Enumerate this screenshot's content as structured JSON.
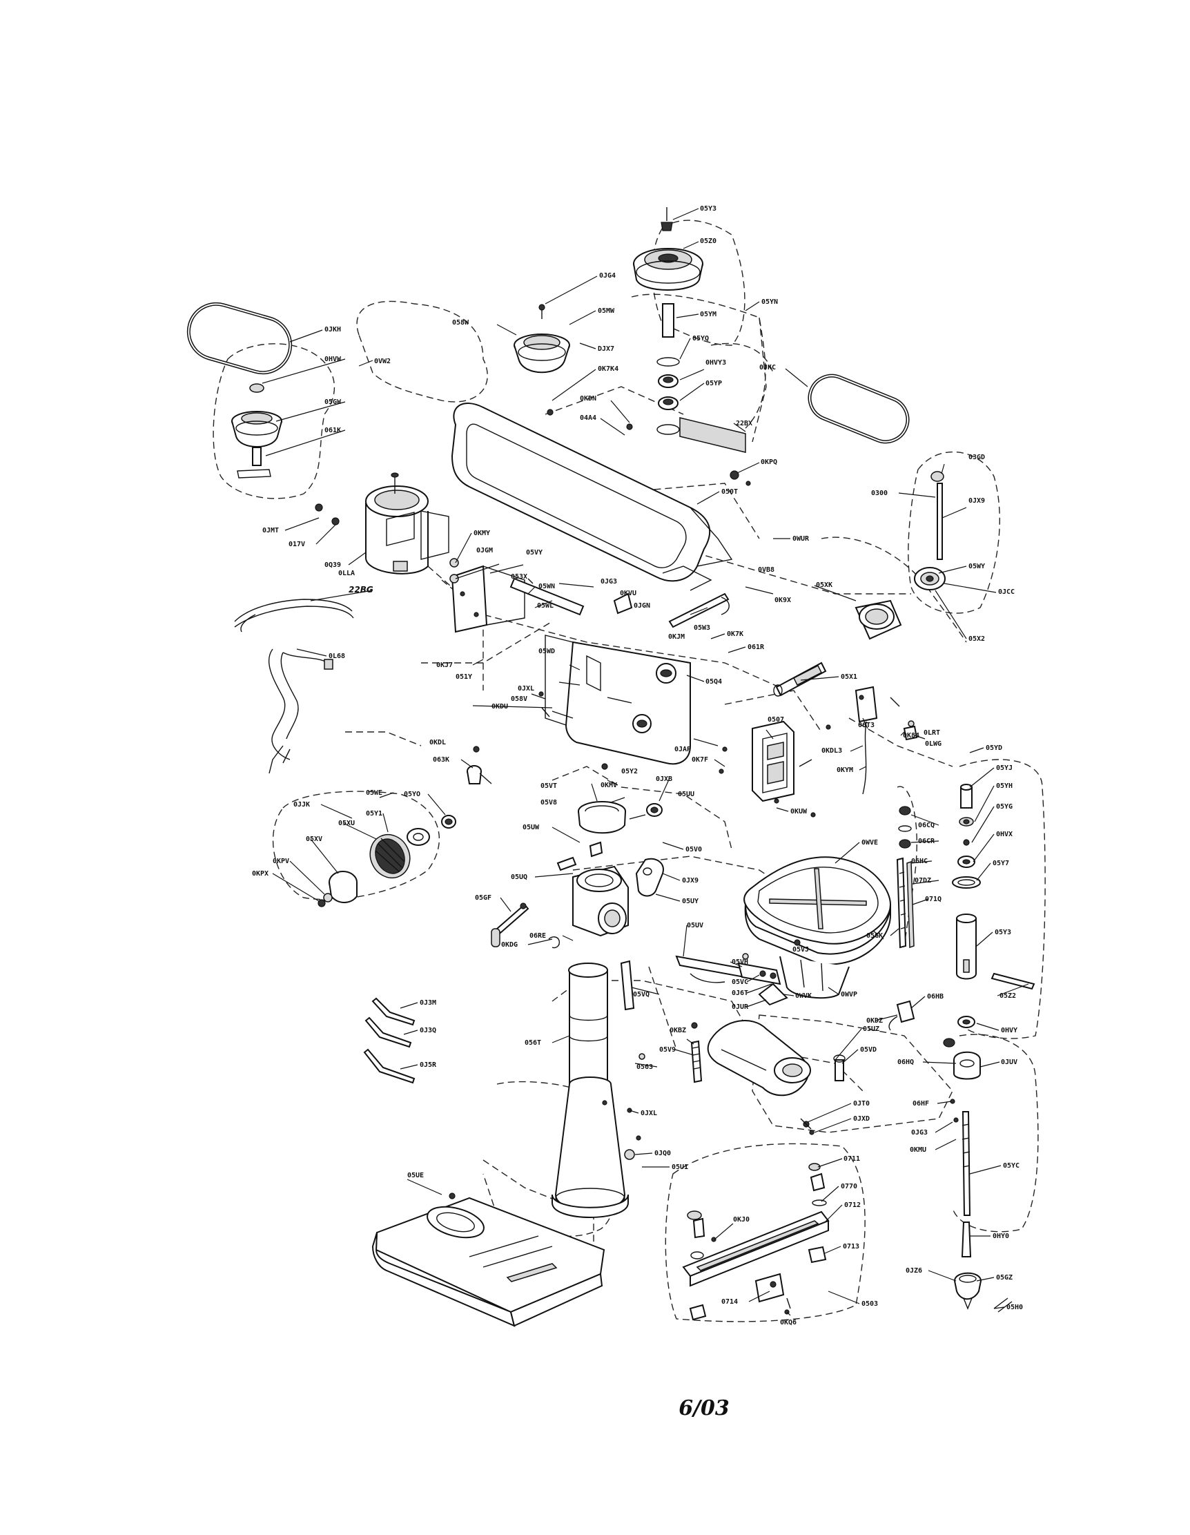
{
  "diagram": {
    "footer": "6/03",
    "labels": {
      "l_05Y3": "05Y3",
      "l_05Z0": "05Z0",
      "l_05YN": "05YN",
      "l_0JG4": "0JG4",
      "l_05MW": "05MW",
      "l_058W": "058W",
      "l_05YM": "05YM",
      "l_DJX7": "DJX7",
      "l_05YQ": "05YQ",
      "l_0K7K4": "0K7K4",
      "l_0HVY3": "0HVY3",
      "l_05YP": "05YP",
      "l_0JKC": "0JKC",
      "l_0KDN": "0KDN",
      "l_04A4": "04A4",
      "l_22BX": "22BX",
      "l_0JKH": "0JKH",
      "l_0HVW": "0HVW",
      "l_0VW2": "0VW2",
      "l_05GW": "05GW",
      "l_061K": "061K",
      "l_0KPQ": "0KPQ",
      "l_050T": "050T",
      "l_03GD": "03GD",
      "l_0300": "0300",
      "l_0JX9": "0JX9",
      "l_0JMT": "0JMT",
      "l_017V": "017V",
      "l_0KMY": "0KMY",
      "l_0Q39": "0Q39",
      "l_0JGM": "0JGM",
      "l_05VY": "05VY",
      "l_0WUR": "0WUR",
      "l_05WY": "05WY",
      "l_0JCC": "0JCC",
      "l_0LLA": "0LLA",
      "l_22BG": "22BG",
      "l_05XK": "05XK",
      "l_0VB8": "0VB8",
      "l_05X2": "05X2",
      "l_053X": "053X",
      "l_0JG3": "0JG3",
      "l_05WN": "05WN",
      "l_0KVU": "0KVU",
      "l_0JGN": "0JGN",
      "l_0K9X": "0K9X",
      "l_05WL": "05WL",
      "l_05W3": "05W3",
      "l_0L68": "0L68",
      "l_0KJM": "0KJM",
      "l_0K7K": "0K7K",
      "l_061R": "061R",
      "l_0KJ7": "0KJ7",
      "l_051Y": "051Y",
      "l_05WD": "05WD",
      "l_05Q4": "05Q4",
      "l_05X1": "05X1",
      "l_0JXL": "0JXL",
      "l_058V": "058V",
      "l_0KDU": "0KDU",
      "l_0507": "0507",
      "l_06T3": "06T3",
      "l_0K84": "0K84",
      "l_0LRT": "0LRT",
      "l_0LWG": "0LWG",
      "l_05YD": "05YD",
      "l_0KDL": "0KDL",
      "l_063K": "063K",
      "l_0JAP": "0JAP",
      "l_0K7F": "0K7F",
      "l_0KDL3": "0KDL3",
      "l_0KYM": "0KYM",
      "l_05YJ": "05YJ",
      "l_05WE": "05WE",
      "l_05YO": "05YO",
      "l_0KMV": "0KMV",
      "l_05Y2": "05Y2",
      "l_05VT": "05VT",
      "l_0JXB": "0JXB",
      "l_05UU": "05UU",
      "l_05YH": "05YH",
      "l_0JJK": "0JJK",
      "l_05Y1": "05Y1",
      "l_05V8": "05V8",
      "l_0KUW": "0KUW",
      "l_05YG": "05YG",
      "l_05XU": "05XU",
      "l_05UW": "05UW",
      "l_06CQ": "06CQ",
      "l_0HVX": "0HVX",
      "l_05XV": "05XV",
      "l_05V0": "05V0",
      "l_0WVE": "0WVE",
      "l_06CR": "06CR",
      "l_0KPV": "0KPV",
      "l_06HC": "06HC",
      "l_05Y7": "05Y7",
      "l_0KPX": "0KPX",
      "l_05UQ": "05UQ",
      "l_0JX9b": "0JX9",
      "l_07DZ": "07DZ",
      "l_05UY": "05UY",
      "l_071Q": "071Q",
      "l_05GF": "05GF",
      "l_05UV": "05UV",
      "l_05GK": "05GK",
      "l_05Y3b": "05Y3",
      "l_0KDG": "0KDG",
      "l_06RE": "06RE",
      "l_05VH": "05VH",
      "l_05VJ": "05VJ",
      "l_0J3M": "0J3M",
      "l_05VC": "05VC",
      "l_0J3Q": "0J3Q",
      "l_0J6T": "0J6T",
      "l_05VQ": "05VQ",
      "l_0WVK": "0WVK",
      "l_0WVP": "0WVP",
      "l_06HB": "06HB",
      "l_05Z2": "05Z2",
      "l_0JUR": "0JUR",
      "l_0J5R": "0J5R",
      "l_0KDZ": "0KDZ",
      "l_0HVY": "0HVY",
      "l_056T": "056T",
      "l_0KBZ": "0KBZ",
      "l_05UZ": "05UZ",
      "l_05V9": "05V9",
      "l_05VD": "05VD",
      "l_06HQ": "06HQ",
      "l_0JUV": "0JUV",
      "l_0563": "0563",
      "l_0JT0": "0JT0",
      "l_06HF": "06HF",
      "l_0JXD": "0JXD",
      "l_0JG3b": "0JG3",
      "l_0JXL2": "0JXL",
      "l_0KMU": "0KMU",
      "l_0JQ0": "0JQ0",
      "l_05U1": "05U1",
      "l_0711": "0711",
      "l_05YC": "05YC",
      "l_05UE": "05UE",
      "l_0770": "0770",
      "l_0712": "0712",
      "l_0KJ0": "0KJ0",
      "l_0HY0": "0HY0",
      "l_0713": "0713",
      "l_0JZ6": "0JZ6",
      "l_05GZ": "05GZ",
      "l_0714": "0714",
      "l_0503": "0503",
      "l_05H0": "05H0",
      "l_0KQ6": "0KQ6"
    }
  }
}
